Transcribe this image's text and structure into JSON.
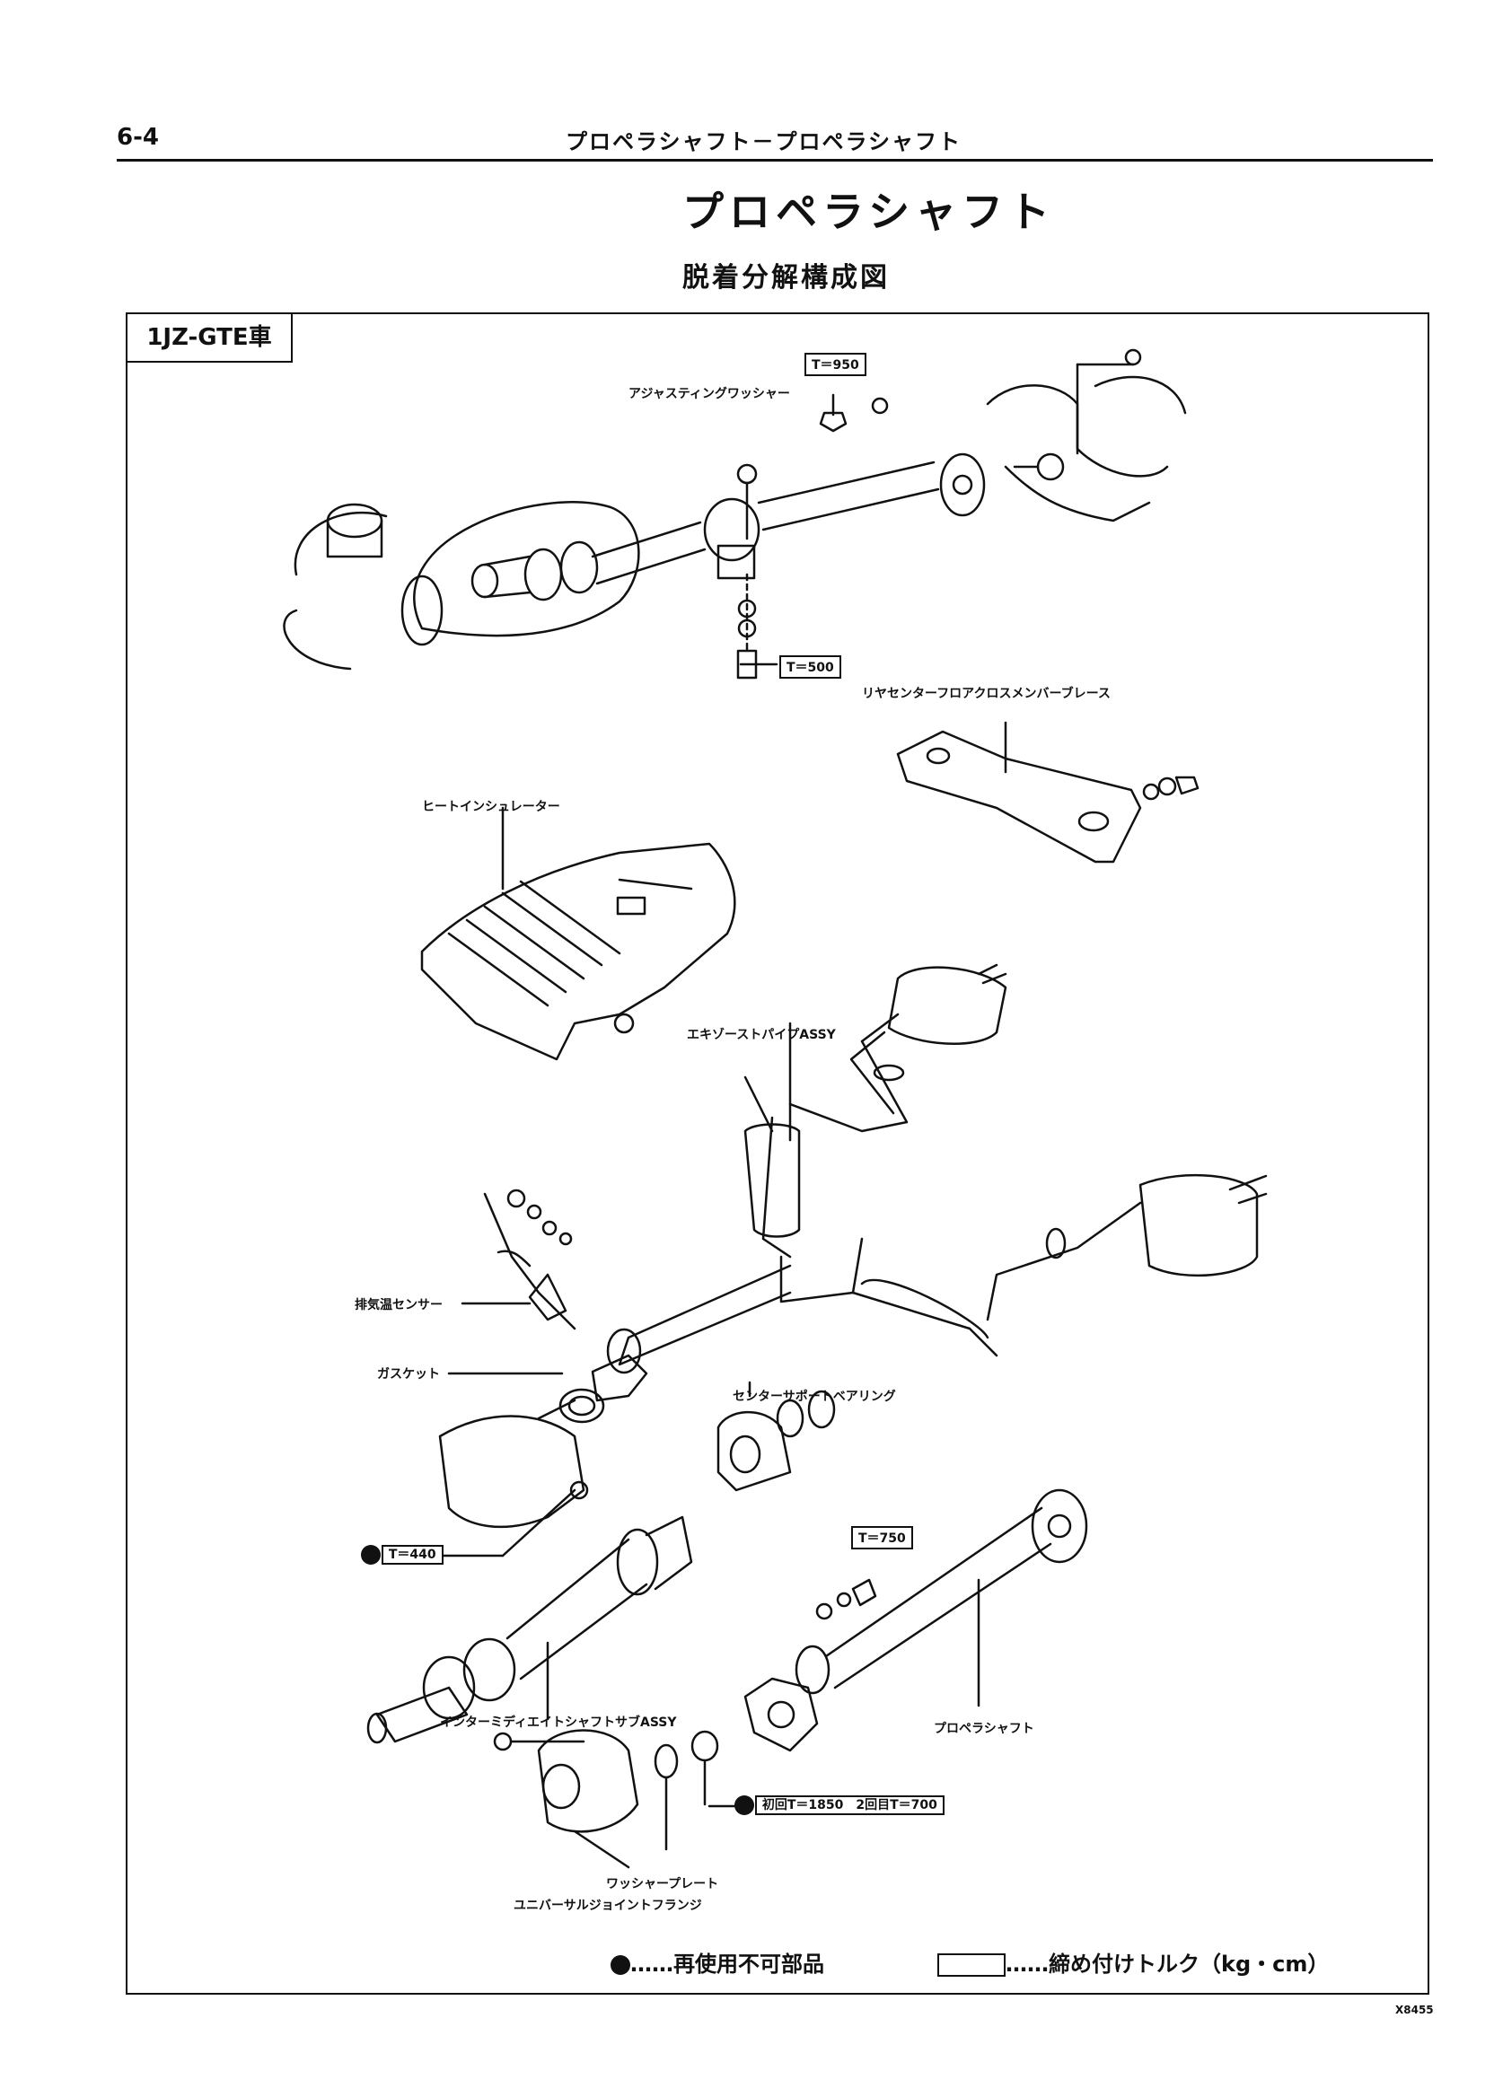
{
  "header": {
    "page_number": "6-4",
    "running_title": "プロペラシャフト－プロペラシャフト"
  },
  "title": "プロペラシャフト",
  "subtitle": "脱着分解構成図",
  "vehicle_tag": "1JZ-GTE車",
  "labels": {
    "adjusting_washer": "アジャスティングワッシャー",
    "rear_center_floor": "リヤセンターフロアクロスメンバーブレース",
    "heat_insulator": "ヒートインシュレーター",
    "exhaust_pipe": "エキゾーストパイプASSY",
    "exhaust_temp_sensor": "排気温センサー",
    "gasket": "ガスケット",
    "center_support_bearing": "センターサポートベアリング",
    "intermediate_shaft": "インターミディエイトシャフトサブASSY",
    "propeller_shaft": "プロペラシャフト",
    "washer_plate": "ワッシャープレート",
    "universal_joint_flange": "ユニバーサルジョイントフランジ"
  },
  "torques": {
    "t950": "T＝950",
    "t500": "T＝500",
    "t440": "T＝440",
    "t750": "T＝750",
    "t1850_700": "初回T＝1850　2回目T＝700"
  },
  "legend": {
    "non_reusable": "……再使用不可部品",
    "torque": "……締め付けトルク（kg・cm）"
  },
  "figure_code": "X8455"
}
